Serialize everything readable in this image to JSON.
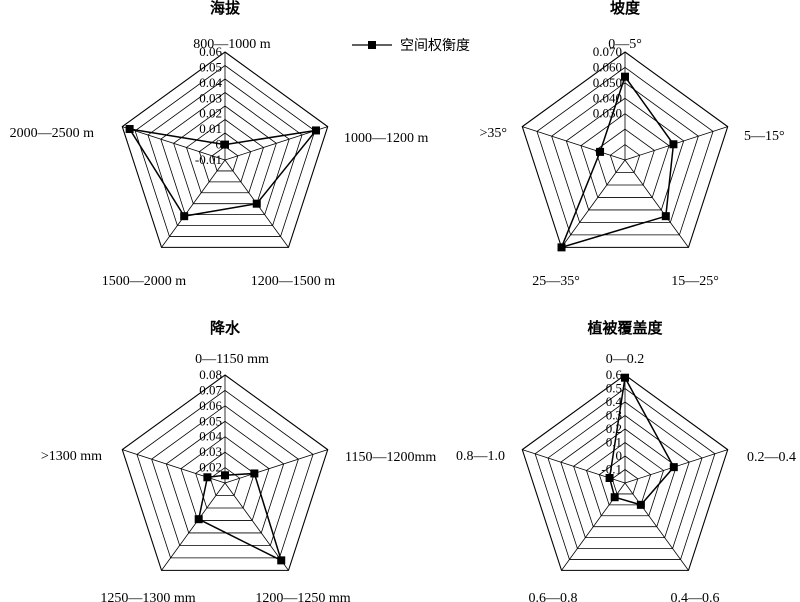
{
  "legend": {
    "label": "空间权衡度"
  },
  "chart_data": [
    {
      "type": "radar",
      "title": "海拔",
      "categories": [
        "800—1000 m",
        "1000—1200 m",
        "1200—1500 m",
        "1500—2000 m",
        "2000—2500 m"
      ],
      "rlim": [
        -0.01,
        0.06
      ],
      "ticks": [
        "-0.01",
        "0",
        "0.01",
        "0.02",
        "0.03",
        "0.04",
        "0.05",
        "0.06"
      ],
      "series": [
        {
          "name": "空间权衡度",
          "values": [
            0.0,
            0.052,
            0.025,
            0.035,
            0.055
          ]
        }
      ]
    },
    {
      "type": "radar",
      "title": "坡度",
      "categories": [
        "0—5°",
        "5—15°",
        "15—25°",
        "25—35°",
        ">35°"
      ],
      "rlim": [
        0.0,
        0.07
      ],
      "ticks": [
        "0.030",
        "0.040",
        "0.050",
        "0.060",
        "0.070"
      ],
      "tick_values": [
        0.03,
        0.04,
        0.05,
        0.06,
        0.07
      ],
      "series": [
        {
          "name": "空间权衡度",
          "values": [
            0.054,
            0.033,
            0.045,
            0.07,
            0.017
          ]
        }
      ]
    },
    {
      "type": "radar",
      "title": "降水",
      "categories": [
        "0—1150 mm",
        "1150—1200mm",
        "1200—1250 mm",
        "1250—1300 mm",
        ">1300 mm"
      ],
      "rlim": [
        0.01,
        0.08
      ],
      "ticks": [
        "0.02",
        "0.03",
        "0.04",
        "0.05",
        "0.06",
        "0.07",
        "0.08"
      ],
      "series": [
        {
          "name": "空间权衡度",
          "values": [
            0.015,
            0.03,
            0.072,
            0.039,
            0.022
          ]
        }
      ]
    },
    {
      "type": "radar",
      "title": "植被覆盖度",
      "categories": [
        "0—0.2",
        "0.2—0.4",
        "0.4—0.6",
        "0.6—0.8",
        "0.8—1.0"
      ],
      "rlim": [
        -0.2,
        0.6
      ],
      "ticks": [
        "-0.1",
        "0",
        "0.1",
        "0.2",
        "0.3",
        "0.4",
        "0.5",
        "0.6"
      ],
      "series": [
        {
          "name": "空间权衡度",
          "values": [
            0.58,
            0.18,
            0.0,
            -0.07,
            -0.08
          ]
        }
      ]
    }
  ]
}
